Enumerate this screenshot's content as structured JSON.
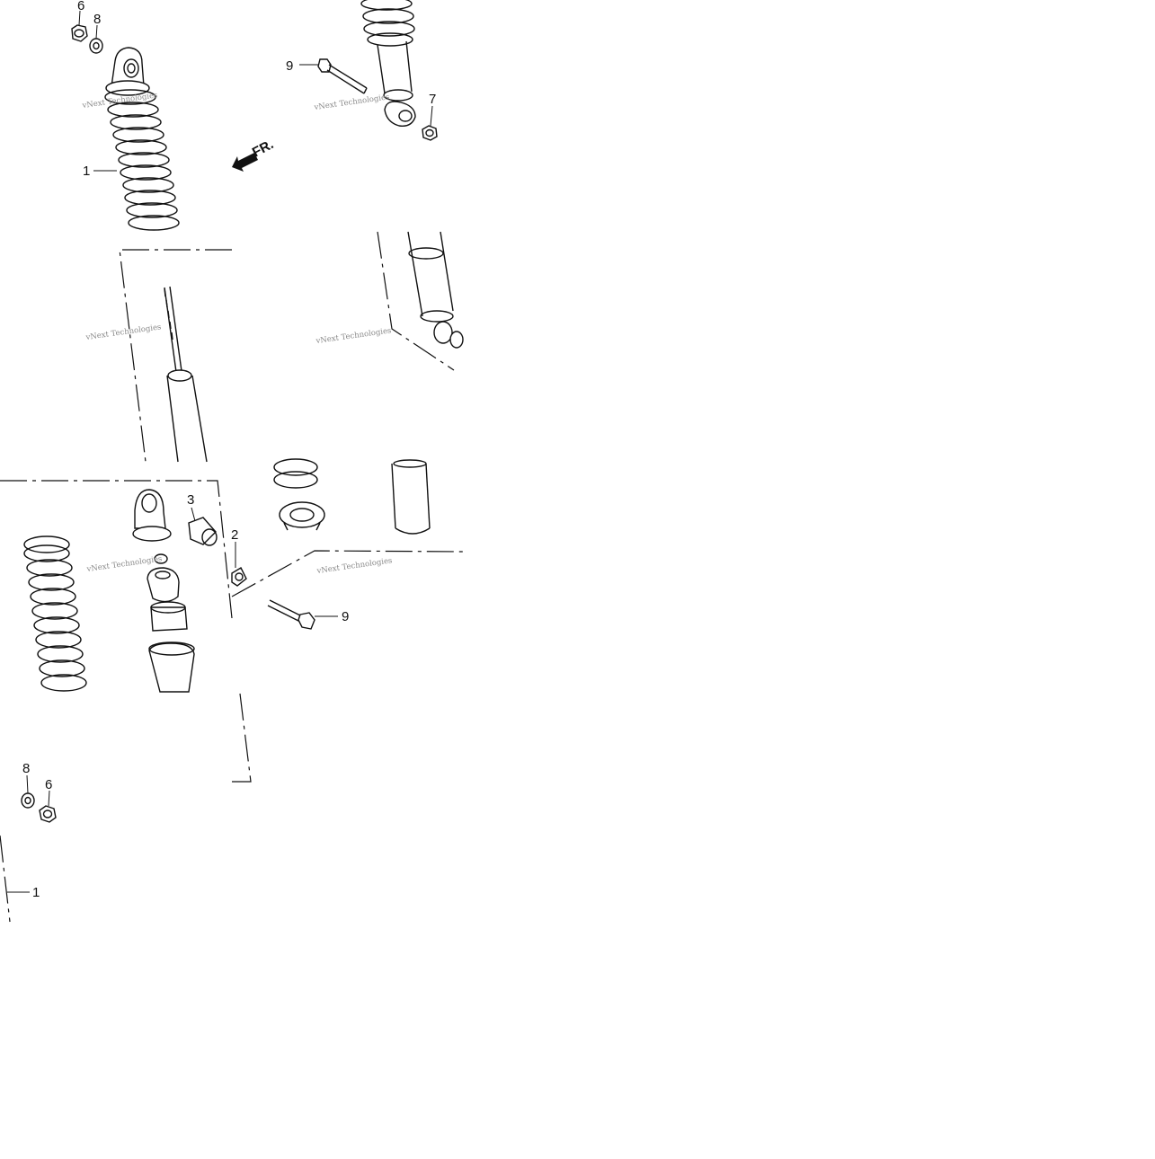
{
  "diagram": {
    "callouts": {
      "a6": "6",
      "a8": "8",
      "a9": "9",
      "a7": "7",
      "a1": "1",
      "b3": "3",
      "b2": "2",
      "b9": "9",
      "c8": "8",
      "c6": "6",
      "c1": "1"
    },
    "direction_label": "FR.",
    "watermark": "vNext Technologies"
  }
}
